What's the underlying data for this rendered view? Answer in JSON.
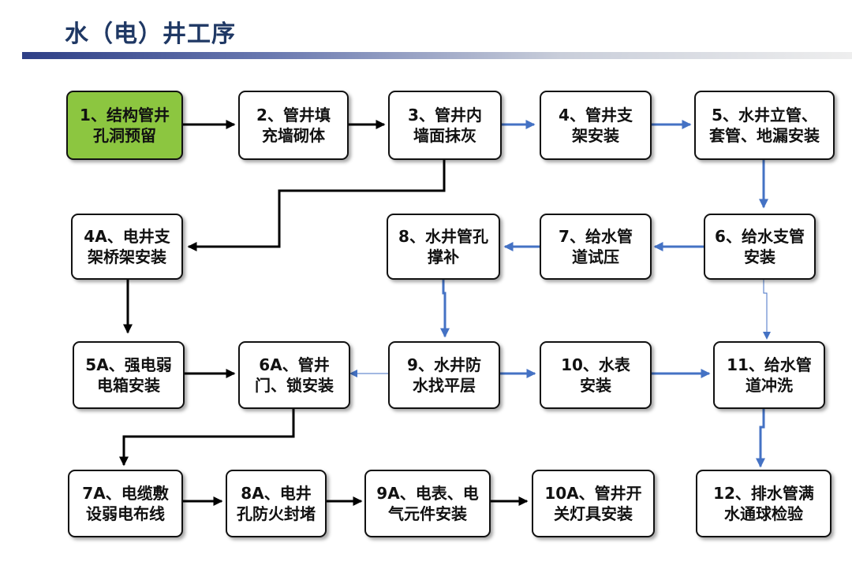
{
  "title": "水（电）井工序",
  "colors": {
    "title": "#1f3864",
    "start_fill": "#8cc640",
    "black_arrow": "#000000",
    "blue_arrow": "#4472c4"
  },
  "nodes": {
    "n1": "1、结构管井\n孔洞预留",
    "n2": "2、管井填\n充墙砌体",
    "n3": "3、管井内\n墙面抹灰",
    "n4": "4、管井支\n架安装",
    "n5": "5、水井立管、\n套管、地漏安装",
    "n4a": "4A、电井支\n架桥架安装",
    "n8": "8、水井管孔\n撑补",
    "n7": "7、给水管\n道试压",
    "n6": "6、给水支管\n安装",
    "n5a": "5A、强电弱\n电箱安装",
    "n6a": "6A、管井\n门、锁安装",
    "n9": "9、水井防\n水找平层",
    "n10": "10、水表\n安装",
    "n11": "11、给水管\n道冲洗",
    "n7a": "7A、电缆敷\n设弱电布线",
    "n8a": "8A、电井\n孔防火封堵",
    "n9a": "9A、电表、电\n气元件安装",
    "n10a": "10A、管井开\n关灯具安装",
    "n12": "12、排水管满\n水通球检验"
  }
}
